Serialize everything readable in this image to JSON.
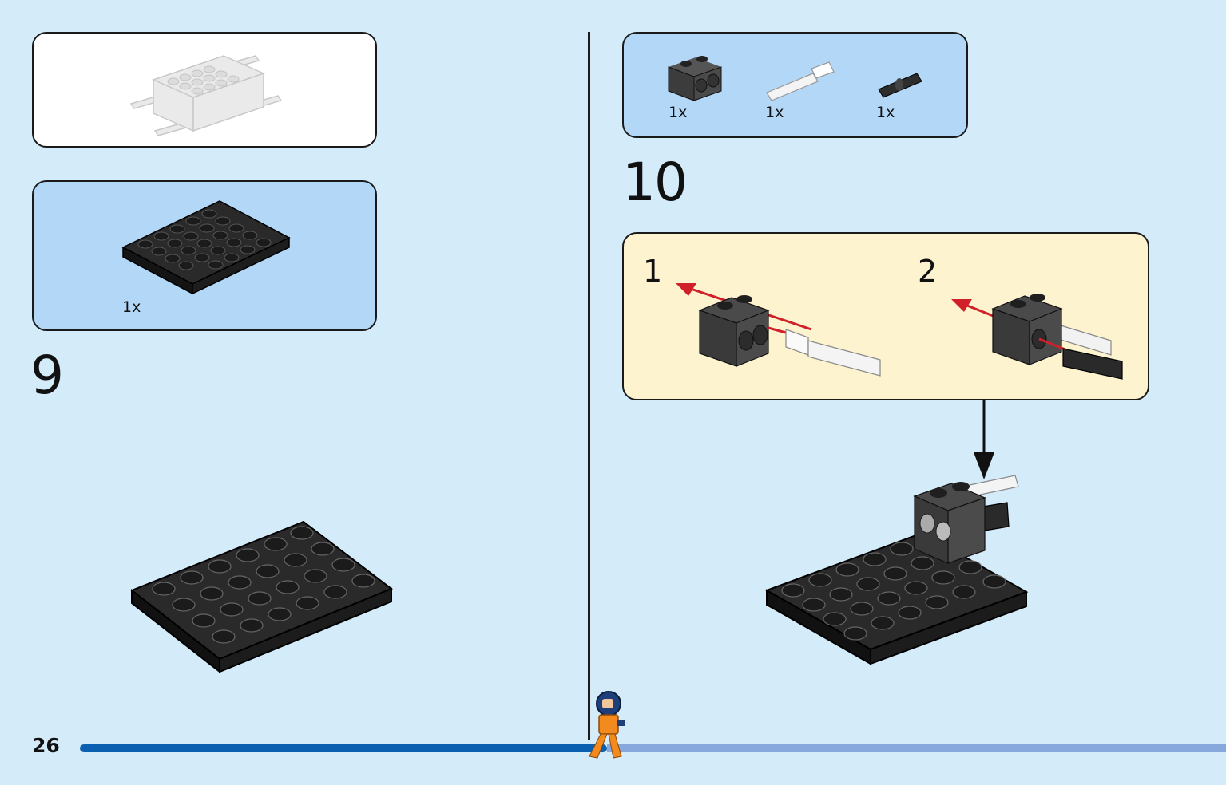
{
  "page": {
    "number": "26",
    "progress": 0.46
  },
  "step9": {
    "number": "9",
    "parts": [
      {
        "qty": "1x",
        "part": "black 4x6 plate"
      }
    ]
  },
  "step10": {
    "number": "10",
    "parts": [
      {
        "qty": "1x",
        "part": "dark grey technic brick 1x2 with holes"
      },
      {
        "qty": "1x",
        "part": "white axle pin"
      },
      {
        "qty": "1x",
        "part": "black technic pin"
      }
    ],
    "substeps": [
      {
        "number": "1"
      },
      {
        "number": "2"
      }
    ]
  },
  "colors": {
    "background": "#d4ebfa",
    "parts_panel": "#b3d8f7",
    "substep_panel": "#fdf3cf",
    "progress_done": "#0b5fb0",
    "progress_rest": "#86a8dc",
    "arrow_red": "#d0202a"
  }
}
